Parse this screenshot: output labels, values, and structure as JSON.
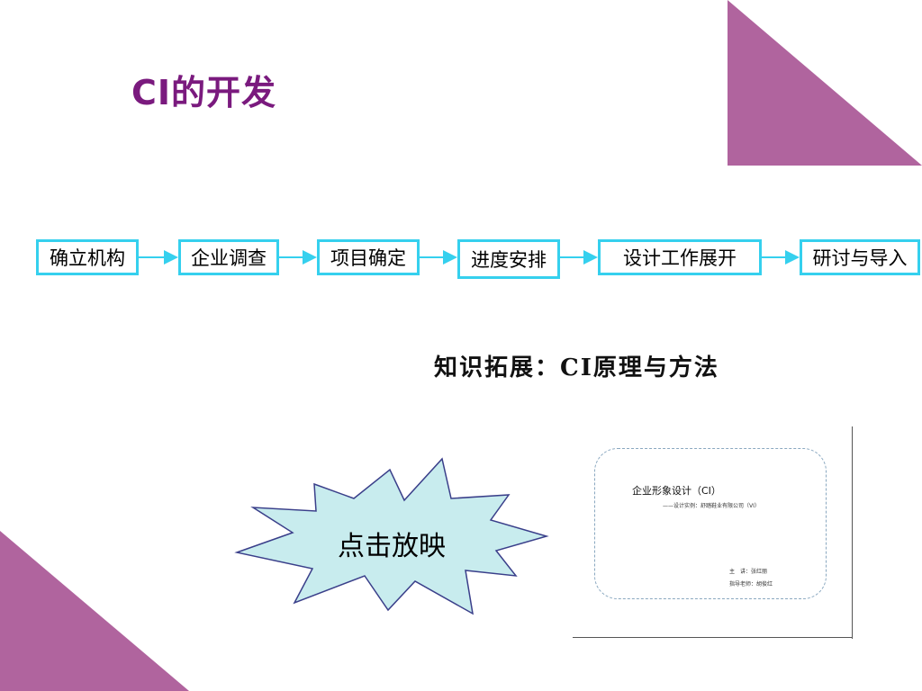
{
  "slide": {
    "title": "CI的开发",
    "flow": [
      "确立机构",
      "企业调查",
      "项目确定",
      "进度安排",
      "设计工作展开",
      "研讨与导入"
    ],
    "subtitle": "知识拓展：CI原理与方法",
    "burst_label": "点击放映",
    "thumbnail": {
      "title": "企业形象设计（CI）",
      "subtitle": "——设计实例：舒踏鞋业有限公司（VI）",
      "speaker": "主　讲：张红丽",
      "advisor": "指导老师：胡俊红"
    }
  },
  "colors": {
    "accent_purple": "#b0649e",
    "title_purple": "#7a1a7e",
    "flow_border": "#35d0ee",
    "burst_fill": "#c8ecee",
    "burst_stroke": "#3a3f8a"
  }
}
